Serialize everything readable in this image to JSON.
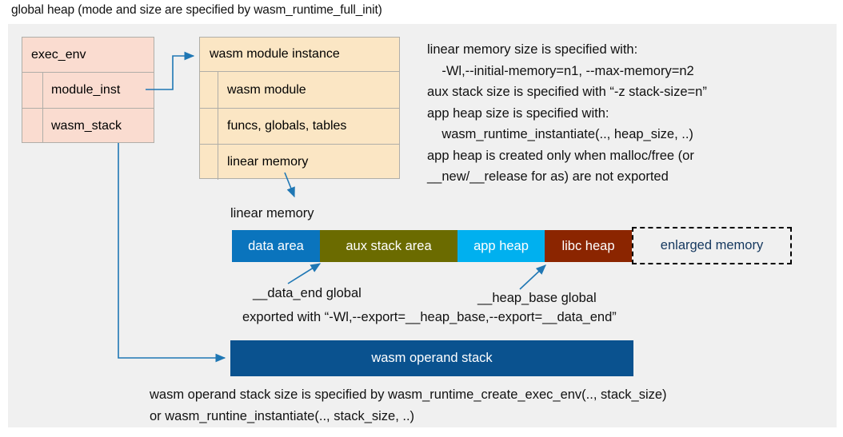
{
  "title": "global heap (mode and size are specified by wasm_runtime_full_init)",
  "colors": {
    "panel_bg": "#f0f0f0",
    "struct_pink": "#fadcd0",
    "struct_cream": "#fbe6c4",
    "struct_border": "#b0aea8",
    "arrow_blue": "#1f77b4",
    "data_area": "#0a74bd",
    "aux_stack_area": "#6b6b00",
    "app_heap": "#00b0ef",
    "libc_heap": "#8b2500",
    "enlarged_text": "#14375e",
    "operand_stack": "#0a528f"
  },
  "exec_env": {
    "header": "exec_env",
    "rows": [
      {
        "label": "module_inst"
      },
      {
        "label": "wasm_stack"
      }
    ]
  },
  "wasm_module_instance": {
    "header": "wasm module instance",
    "rows": [
      {
        "label": "wasm module"
      },
      {
        "label": "funcs, globals, tables"
      },
      {
        "label": "linear memory"
      }
    ]
  },
  "info_text": "linear memory size is specified with:\n    -Wl,--initial-memory=n1, --max-memory=n2\naux stack size is specified with “-z stack-size=n”\napp heap size is specified with:\n    wasm_runtime_instantiate(.., heap_size, ..)\napp heap is created only when malloc/free (or\n__new/__release for as) are not exported",
  "linear_memory": {
    "label": "linear memory",
    "segments": [
      {
        "name": "data-area",
        "label": "data area",
        "width": 110,
        "color": "#0a74bd",
        "dashed": false
      },
      {
        "name": "aux-stack-area",
        "label": "aux stack area",
        "width": 172,
        "color": "#6b6b00",
        "dashed": false
      },
      {
        "name": "app-heap",
        "label": "app heap",
        "width": 109,
        "color": "#00b0ef",
        "dashed": false
      },
      {
        "name": "libc-heap",
        "label": "libc heap",
        "width": 109,
        "color": "#8b2500",
        "dashed": false
      }
    ],
    "enlarged_label": "enlarged memory"
  },
  "annotations": {
    "data_end": "__data_end global",
    "heap_base": "__heap_base global",
    "exported": "exported with “-Wl,--export=__heap_base,--export=__data_end”"
  },
  "operand_stack": {
    "label": "wasm operand stack"
  },
  "bottom_text": "wasm operand stack size is specified by wasm_runtime_create_exec_env(.., stack_size)\nor wasm_runtine_instantiate(.., stack_size, ..)"
}
